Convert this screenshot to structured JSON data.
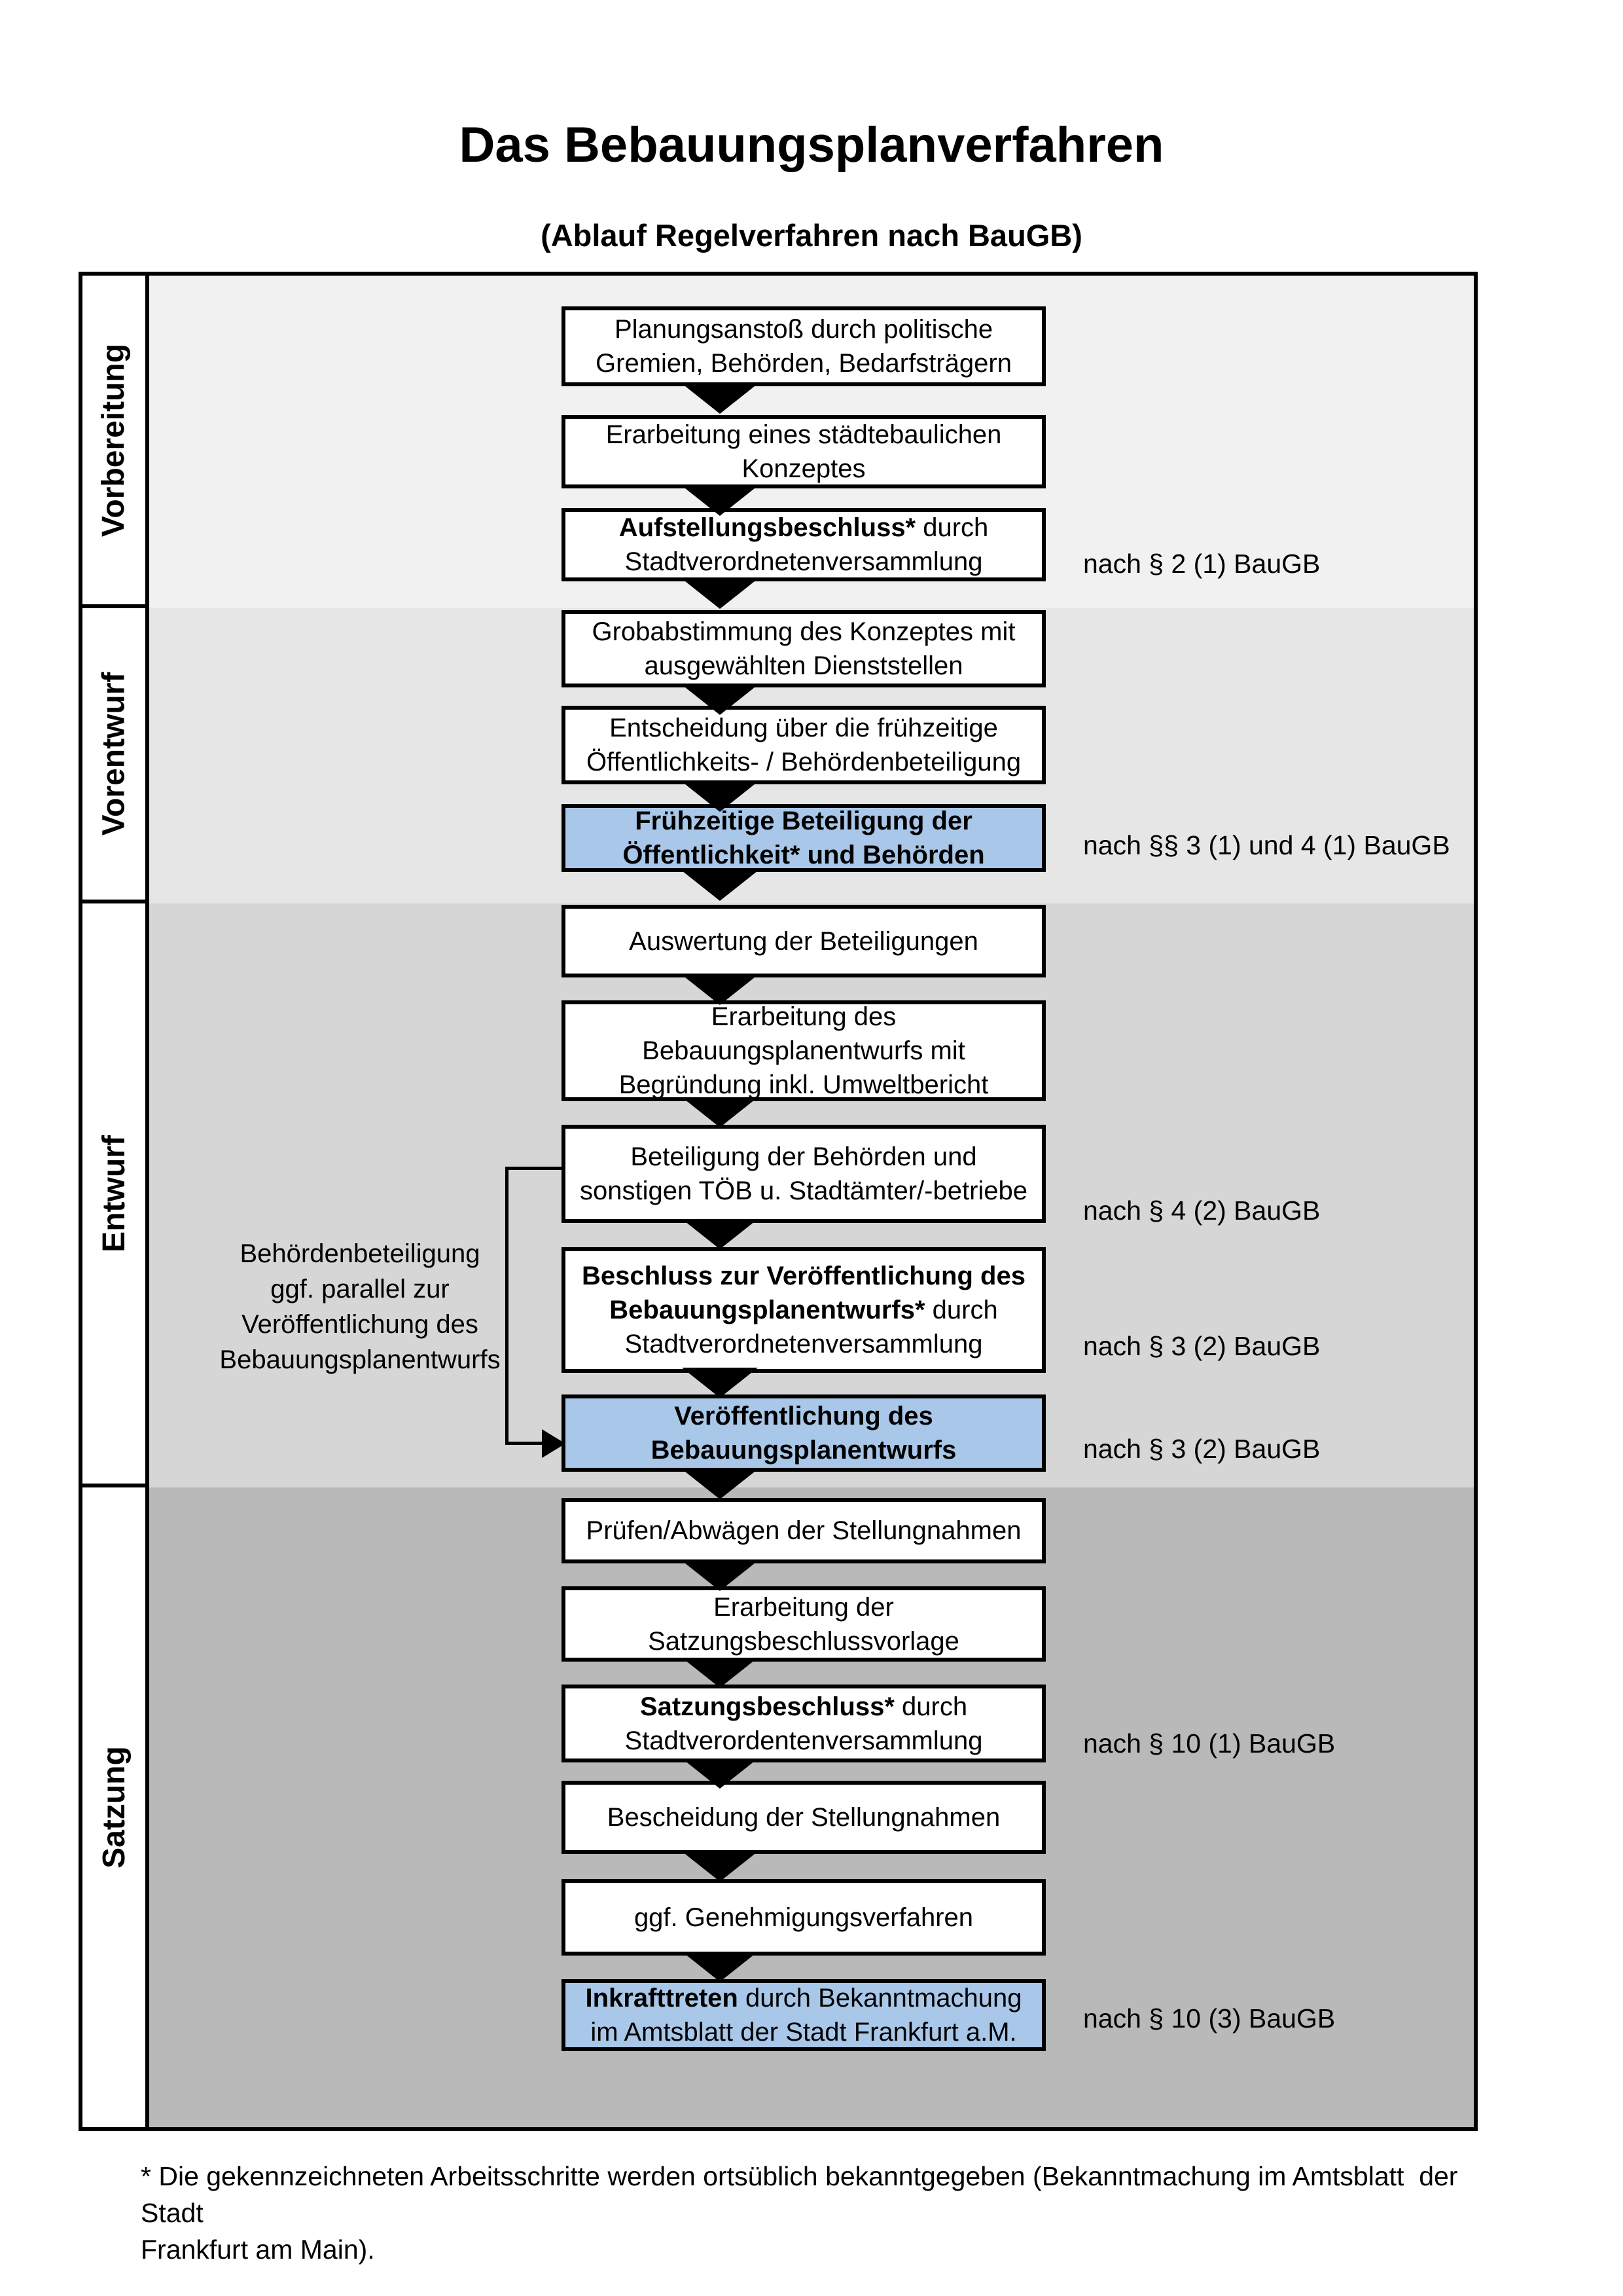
{
  "header": {
    "title": "Das Bebauungsplanverfahren",
    "subtitle": "(Ablauf Regelverfahren nach BauGB)"
  },
  "phases": [
    {
      "label": "Vorbereitung"
    },
    {
      "label": "Vorentwurf"
    },
    {
      "label": "Entwurf"
    },
    {
      "label": "Satzung"
    }
  ],
  "flow": {
    "boxes": [
      {
        "name": "planungsanstoss",
        "style": "normal",
        "lines": [
          [
            {
              "t": "Planungsanstoß durch politische",
              "b": false
            }
          ],
          [
            {
              "t": "Gremien, Behörden, Bedarfsträgern",
              "b": false
            }
          ]
        ]
      },
      {
        "name": "staedtebauliches-konzept",
        "style": "normal",
        "lines": [
          [
            {
              "t": "Erarbeitung eines städtebaulichen",
              "b": false
            }
          ],
          [
            {
              "t": "Konzeptes",
              "b": false
            }
          ]
        ]
      },
      {
        "name": "aufstellungsbeschluss",
        "style": "normal",
        "lines": [
          [
            {
              "t": "Aufstellungsbeschluss*",
              "b": true
            },
            {
              "t": " durch",
              "b": false
            }
          ],
          [
            {
              "t": "Stadtverordnetenversammlung",
              "b": false
            }
          ]
        ]
      },
      {
        "name": "grobabstimmung",
        "style": "normal",
        "lines": [
          [
            {
              "t": "Grobabstimmung des Konzeptes mit",
              "b": false
            }
          ],
          [
            {
              "t": "ausgewählten Dienststellen",
              "b": false
            }
          ]
        ]
      },
      {
        "name": "entscheidung-beteiligung",
        "style": "normal",
        "lines": [
          [
            {
              "t": "Entscheidung über die frühzeitige",
              "b": false
            }
          ],
          [
            {
              "t": "Öffentlichkeits- / Behördenbeteiligung",
              "b": false
            }
          ]
        ]
      },
      {
        "name": "fruehzeitige-beteiligung",
        "style": "highlight",
        "lines": [
          [
            {
              "t": "Frühzeitige Beteiligung der",
              "b": true
            }
          ],
          [
            {
              "t": "Öffentlichkeit* und Behörden",
              "b": true
            }
          ]
        ]
      },
      {
        "name": "auswertung-beteiligungen",
        "style": "normal",
        "lines": [
          [
            {
              "t": "Auswertung der Beteiligungen",
              "b": false
            }
          ]
        ]
      },
      {
        "name": "erarbeitung-entwurf",
        "style": "normal",
        "lines": [
          [
            {
              "t": "Erarbeitung des",
              "b": false
            }
          ],
          [
            {
              "t": "Bebauungsplanentwurfs mit",
              "b": false
            }
          ],
          [
            {
              "t": "Begründung inkl. Umweltbericht",
              "b": false
            }
          ]
        ]
      },
      {
        "name": "beteiligung-behoerden",
        "style": "normal",
        "lines": [
          [
            {
              "t": "Beteiligung der Behörden und",
              "b": false
            }
          ],
          [
            {
              "t": "sonstigen TÖB u. Stadtämter/-betriebe",
              "b": false
            }
          ]
        ]
      },
      {
        "name": "beschluss-veroeffentlichung",
        "style": "normal",
        "lines": [
          [
            {
              "t": "Beschluss zur Veröffentlichung des",
              "b": true
            }
          ],
          [
            {
              "t": "Bebauungsplanentwurfs*",
              "b": true
            },
            {
              "t": " durch",
              "b": false
            }
          ],
          [
            {
              "t": "Stadtverordnetenversammlung",
              "b": false
            }
          ]
        ]
      },
      {
        "name": "veroeffentlichung-entwurf",
        "style": "highlight",
        "lines": [
          [
            {
              "t": "Veröffentlichung des",
              "b": true
            }
          ],
          [
            {
              "t": "Bebauungsplanentwurfs",
              "b": true
            }
          ]
        ]
      },
      {
        "name": "pruefen-abwaegen",
        "style": "normal",
        "lines": [
          [
            {
              "t": "Prüfen/Abwägen der Stellungnahmen",
              "b": false
            }
          ]
        ]
      },
      {
        "name": "satzungsbeschlussvorlage",
        "style": "normal",
        "lines": [
          [
            {
              "t": "Erarbeitung der",
              "b": false
            }
          ],
          [
            {
              "t": "Satzungsbeschlussvorlage",
              "b": false
            }
          ]
        ]
      },
      {
        "name": "satzungsbeschluss",
        "style": "normal",
        "lines": [
          [
            {
              "t": "Satzungsbeschluss*",
              "b": true
            },
            {
              "t": " durch",
              "b": false
            }
          ],
          [
            {
              "t": "Stadtverordentenversammlung",
              "b": false
            }
          ]
        ]
      },
      {
        "name": "bescheidung-stellungnahmen",
        "style": "normal",
        "lines": [
          [
            {
              "t": "Bescheidung der Stellungnahmen",
              "b": false
            }
          ]
        ]
      },
      {
        "name": "genehmigungsverfahren",
        "style": "normal",
        "lines": [
          [
            {
              "t": "ggf. Genehmigungsverfahren",
              "b": false
            }
          ]
        ]
      },
      {
        "name": "inkrafttreten",
        "style": "highlight",
        "lines": [
          [
            {
              "t": "Inkrafttreten",
              "b": true
            },
            {
              "t": " durch Bekanntmachung",
              "b": false
            }
          ],
          [
            {
              "t": "im Amtsblatt der Stadt Frankfurt a.M.",
              "b": false
            }
          ]
        ]
      }
    ]
  },
  "refs": [
    {
      "text": "nach § 2 (1) BauGB"
    },
    {
      "text": "nach §§ 3 (1) und 4 (1) BauGB"
    },
    {
      "text": "nach § 4 (2) BauGB"
    },
    {
      "text": "nach § 3 (2) BauGB"
    },
    {
      "text": "nach § 3 (2) BauGB"
    },
    {
      "text": "nach § 10 (1) BauGB"
    },
    {
      "text": "nach § 10 (3) BauGB"
    }
  ],
  "annotation": {
    "text": "Behördenbeteiligung\nggf. parallel zur\nVeröffentlichung des\nBebauungsplanentwurfs"
  },
  "footnote": {
    "text": "* Die gekennzeichneten Arbeitsschritte werden ortsüblich bekanntgegeben (Bekanntmachung im Amtsblatt  der Stadt\nFrankfurt am Main)."
  },
  "colors": {
    "highlight_box": "#a9c7e8",
    "phase_backgrounds": [
      "#f1f1f1",
      "#e6e6e6",
      "#d6d6d6",
      "#b9b9b9"
    ]
  }
}
